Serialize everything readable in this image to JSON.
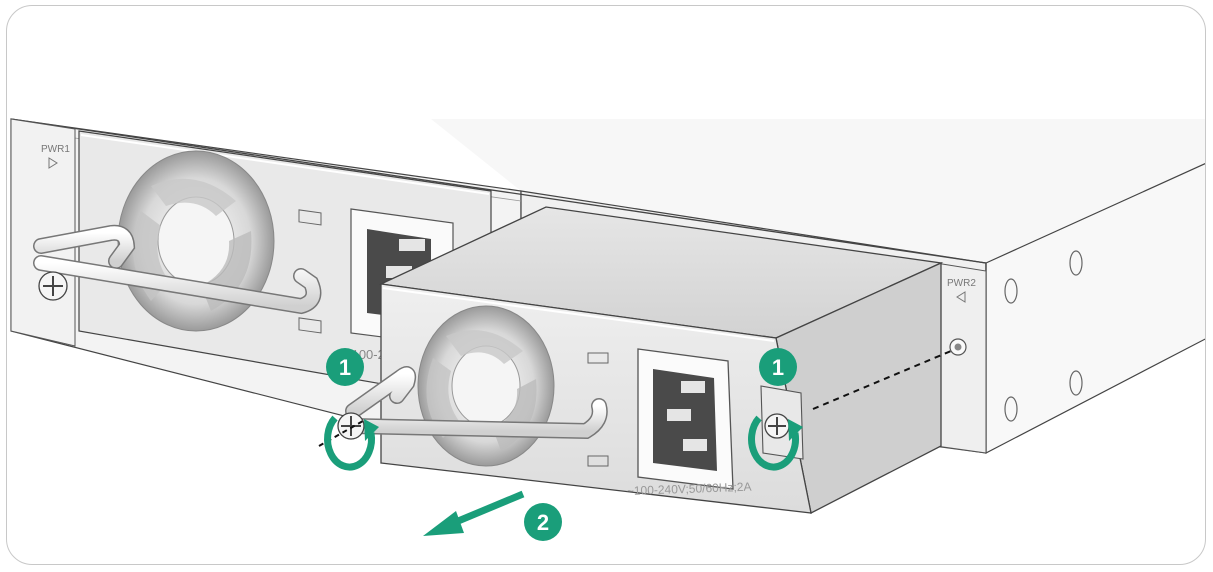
{
  "labels": {
    "pwr1": "PWR1",
    "pwr2": "PWR2",
    "rating_bg": "~100-24",
    "rating_front": "~100-240V;50/60Hz;2A"
  },
  "steps": {
    "step1_left": "1",
    "step1_right": "1",
    "step2": "2"
  },
  "colors": {
    "accent": "#1a9e7a",
    "chassis": "#f5f5f5",
    "outline": "#333333"
  },
  "icons": [
    "fan-icon",
    "ac-inlet-icon",
    "captive-screw-icon",
    "rotate-arrow-icon",
    "pull-arrow-icon"
  ]
}
